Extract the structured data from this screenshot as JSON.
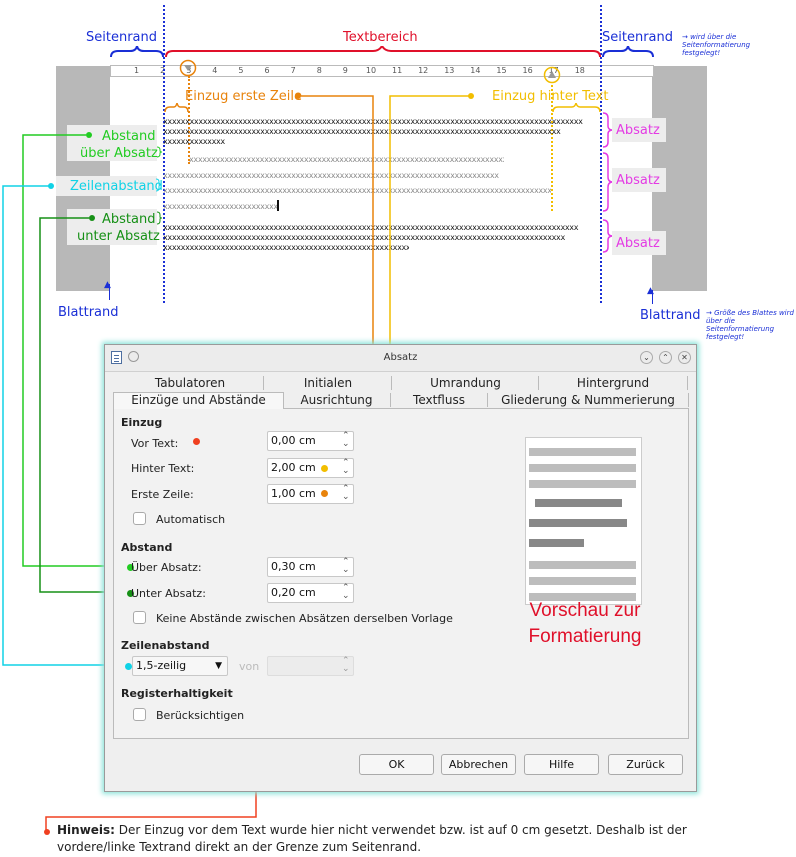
{
  "labels": {
    "seitenrand_left": "Seitenrand",
    "seitenrand_right": "Seitenrand",
    "textbereich": "Textbereich",
    "seitenrand_note": "→ wird über die Seitenformatierung festgelegt!",
    "einzug_erste_zeile": "Einzug erste Zeile",
    "einzug_hinter_text": "Einzug hinter Text",
    "abstand_ueber_absatz": [
      "Abstand",
      "über Absatz"
    ],
    "zeilenabstand": "Zeilenabstand",
    "abstand_unter_absatz": [
      "Abstand",
      "unter Absatz"
    ],
    "absatz": [
      "Absatz",
      "Absatz",
      "Absatz"
    ],
    "blattrand_left": "Blattrand",
    "blattrand_right": "Blattrand",
    "blattrand_note": "→ Größe des Blattes wird über die Seitenformatierung festgelegt!"
  },
  "ruler": {
    "numbers": [
      "1",
      "2",
      "3",
      "4",
      "5",
      "6",
      "7",
      "8",
      "9",
      "10",
      "11",
      "12",
      "13",
      "14",
      "15",
      "16",
      "17",
      "18"
    ]
  },
  "dialog": {
    "title": "Absatz",
    "tabs_row1": [
      "Tabulatoren",
      "Initialen",
      "Umrandung",
      "Hintergrund"
    ],
    "tabs_row2": [
      "Einzüge und Abstände",
      "Ausrichtung",
      "Textfluss",
      "Gliederung & Nummerierung"
    ],
    "einzug": {
      "heading": "Einzug",
      "vor_text_label": "Vor Text:",
      "vor_text_value": "0,00 cm",
      "hinter_text_label": "Hinter Text:",
      "hinter_text_value": "2,00 cm",
      "erste_zeile_label": "Erste Zeile:",
      "erste_zeile_value": "1,00 cm",
      "automatisch_label": "Automatisch"
    },
    "abstand": {
      "heading": "Abstand",
      "ueber_label": "Über Absatz:",
      "ueber_value": "0,30 cm",
      "unter_label": "Unter Absatz:",
      "unter_value": "0,20 cm",
      "keine_label": "Keine Abstände zwischen Absätzen derselben Vorlage"
    },
    "zeilenabstand": {
      "heading": "Zeilenabstand",
      "selected": "1,5-zeilig",
      "von_label": "von"
    },
    "register": {
      "heading": "Registerhaltigkeit",
      "label": "Berücksichtigen"
    },
    "preview_caption": [
      "Vorschau zur",
      "Formatierung"
    ],
    "buttons": {
      "ok": "OK",
      "abbrechen": "Abbrechen",
      "hilfe": "Hilfe",
      "zurueck": "Zurück"
    }
  },
  "hinweis": {
    "bold": "Hinweis:",
    "text1": " Der Einzug vor dem Text wurde hier nicht verwendet bzw. ist auf 0 cm gesetzt. Deshalb ist der",
    "text2": "vordere/linke Textrand direkt an der Grenze zum Seitenrand."
  },
  "colors": {
    "seitenrand": "#1a2fd6",
    "textbereich": "#e0102a",
    "ueber": "#22cc22",
    "zeilenabstand": "#10d2e6",
    "unter": "#169016",
    "erste_zeile": "#e8830c",
    "hinter_text": "#f2be00",
    "absatz": "#e43be4",
    "hinweis": "#f04020"
  }
}
